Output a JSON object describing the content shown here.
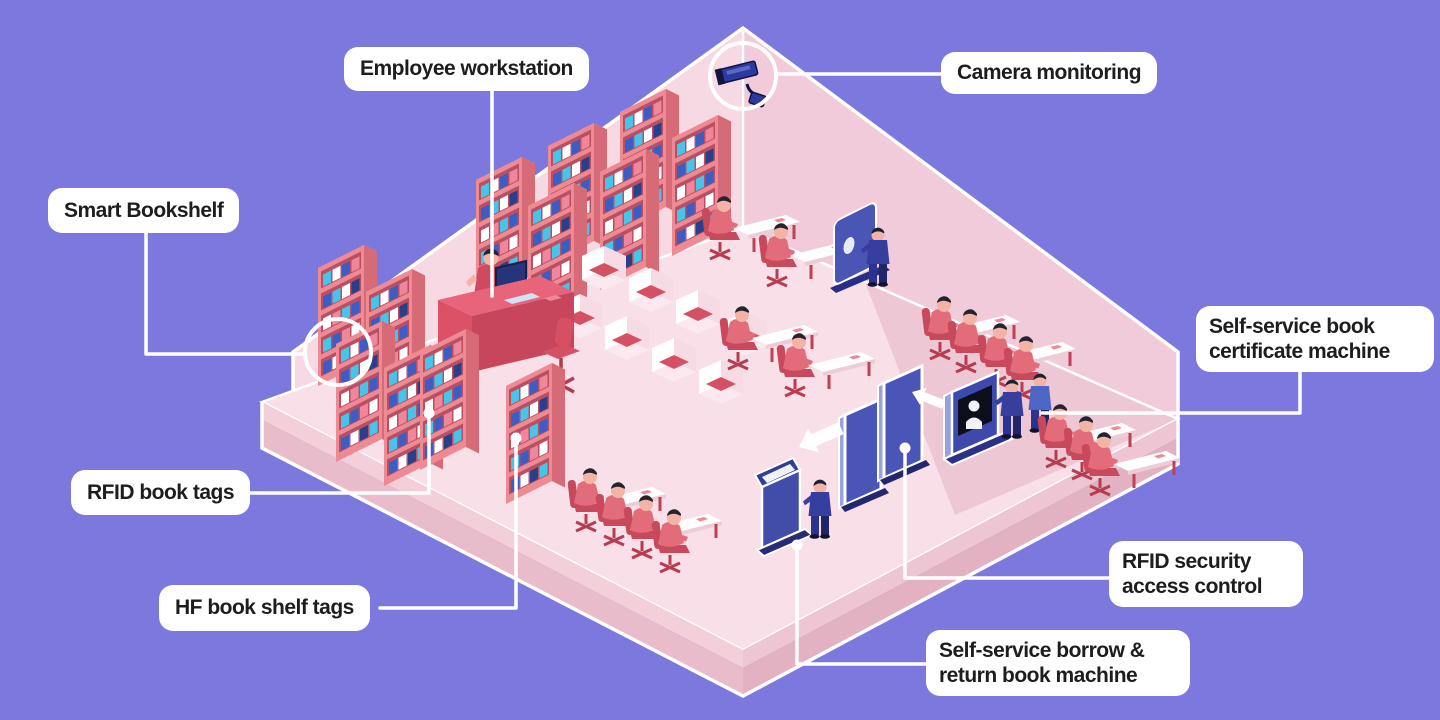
{
  "labels": {
    "employee_workstation": "Employee workstation",
    "camera_monitoring": "Camera monitoring",
    "smart_bookshelf": "Smart Bookshelf",
    "certificate_machine": "Self-service book certificate machine",
    "rfid_book_tags": "RFID book tags",
    "hf_book_shelf_tags": "HF book shelf tags",
    "rfid_security": "RFID security access control",
    "borrow_return_machine": "Self-service borrow & return book machine"
  },
  "colors": {
    "background": "#7c78de",
    "wall_left": "#f6d9e3",
    "wall_right": "#f1cbd9",
    "floor": "#f8dfe8",
    "floor_zone_right": "#edc7d4",
    "platform_side": "#e9bccb",
    "shelf_coral": "#ee8a93",
    "machine_navy": "#3d49ac",
    "gate_blue": "#4a55b8",
    "people_red": "#e36c7a",
    "people_navy": "#363e9e",
    "book_cyan": "#45c5ea",
    "book_blue": "#3b5ec6",
    "book_pink": "#ef8699",
    "label_bg": "#ffffff",
    "label_text": "#1d1d1f",
    "leader_line": "#ffffff"
  },
  "icons": {
    "camera": "cctv-camera-icon",
    "exit_arrow": "left-arrow-icon",
    "entry_arrow": "left-arrow-icon",
    "highlight_circle": "circle-outline",
    "callout_dot": "dot"
  },
  "scene": {
    "items": [
      "bookshelves",
      "study carrels",
      "reading tables",
      "employee desk",
      "information screen",
      "security gates",
      "certificate kiosk",
      "borrow-return kiosk",
      "cctv camera",
      "library visitors"
    ]
  }
}
